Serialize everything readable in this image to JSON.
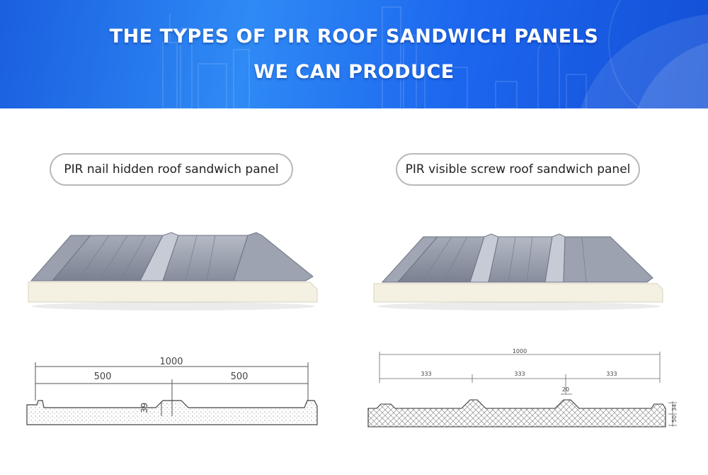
{
  "banner": {
    "title_line1": "THE TYPES OF PIR ROOF SANDWICH PANELS",
    "title_line2": "WE CAN PRODUCE",
    "colors": {
      "start": "#1a5fe0",
      "mid": "#2f8af5",
      "end": "#1450d6"
    }
  },
  "panels": [
    {
      "label": "PIR nail hidden roof sandwich panel",
      "drawing": {
        "total_width": "1000",
        "segment_left": "500",
        "segment_right": "500",
        "rib_height": "39"
      }
    },
    {
      "label": "PIR visible screw roof sandwich panel",
      "drawing": {
        "total_width": "1000",
        "segment_1": "333",
        "segment_2": "333",
        "segment_3": "333",
        "rib_width": "20",
        "rib_height": "34",
        "core_thickness": "50"
      }
    }
  ],
  "colors": {
    "metal_sheet": "#8f95a3",
    "foam_core": "#f4f1e2",
    "pill_border": "#b9b9b9"
  }
}
